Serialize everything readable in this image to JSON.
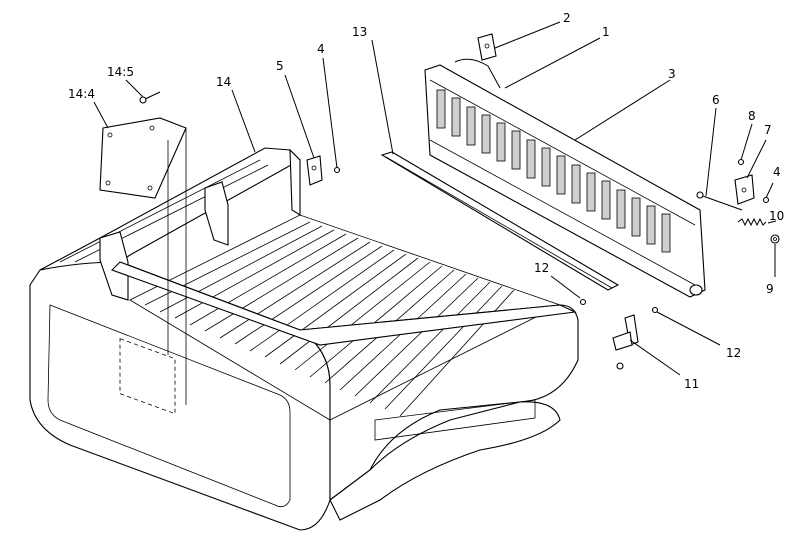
{
  "callouts": {
    "c1": "1",
    "c2": "2",
    "c3": "3",
    "c4a": "4",
    "c4b": "4",
    "c5": "5",
    "c6": "6",
    "c7": "7",
    "c8": "8",
    "c9": "9",
    "c10": "10",
    "c11": "11",
    "c12a": "12",
    "c12b": "12",
    "c13": "13",
    "c14": "14",
    "c14_4": "14:4",
    "c14_5": "14:5"
  }
}
